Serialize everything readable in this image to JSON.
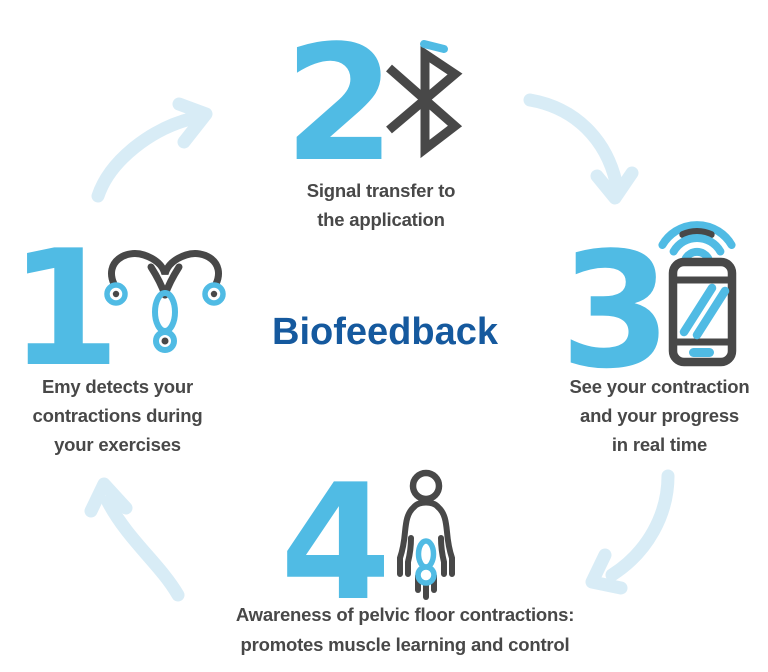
{
  "title": "Biofeedback",
  "colors": {
    "accent_blue": "#50bbe4",
    "pale_blue": "#d8ecf6",
    "dark_gray": "#484848",
    "title_blue": "#15599e"
  },
  "steps": [
    {
      "number": "1",
      "icon": "uterus-emy-device-icon",
      "caption": "Emy detects your\ncontractions during\nyour exercises"
    },
    {
      "number": "2",
      "icon": "bluetooth-icon",
      "caption": "Signal transfer to\nthe application"
    },
    {
      "number": "3",
      "icon": "smartphone-signal-icon",
      "caption": "See your contraction\nand your progress\nin real time"
    },
    {
      "number": "4",
      "icon": "pelvic-floor-person-icon",
      "caption": "Awareness of pelvic floor contractions:\npromotes muscle learning and control"
    }
  ],
  "arrows": [
    {
      "name": "arrow-step-1-to-2"
    },
    {
      "name": "arrow-step-2-to-3"
    },
    {
      "name": "arrow-step-3-to-4"
    },
    {
      "name": "arrow-step-4-to-1"
    }
  ]
}
